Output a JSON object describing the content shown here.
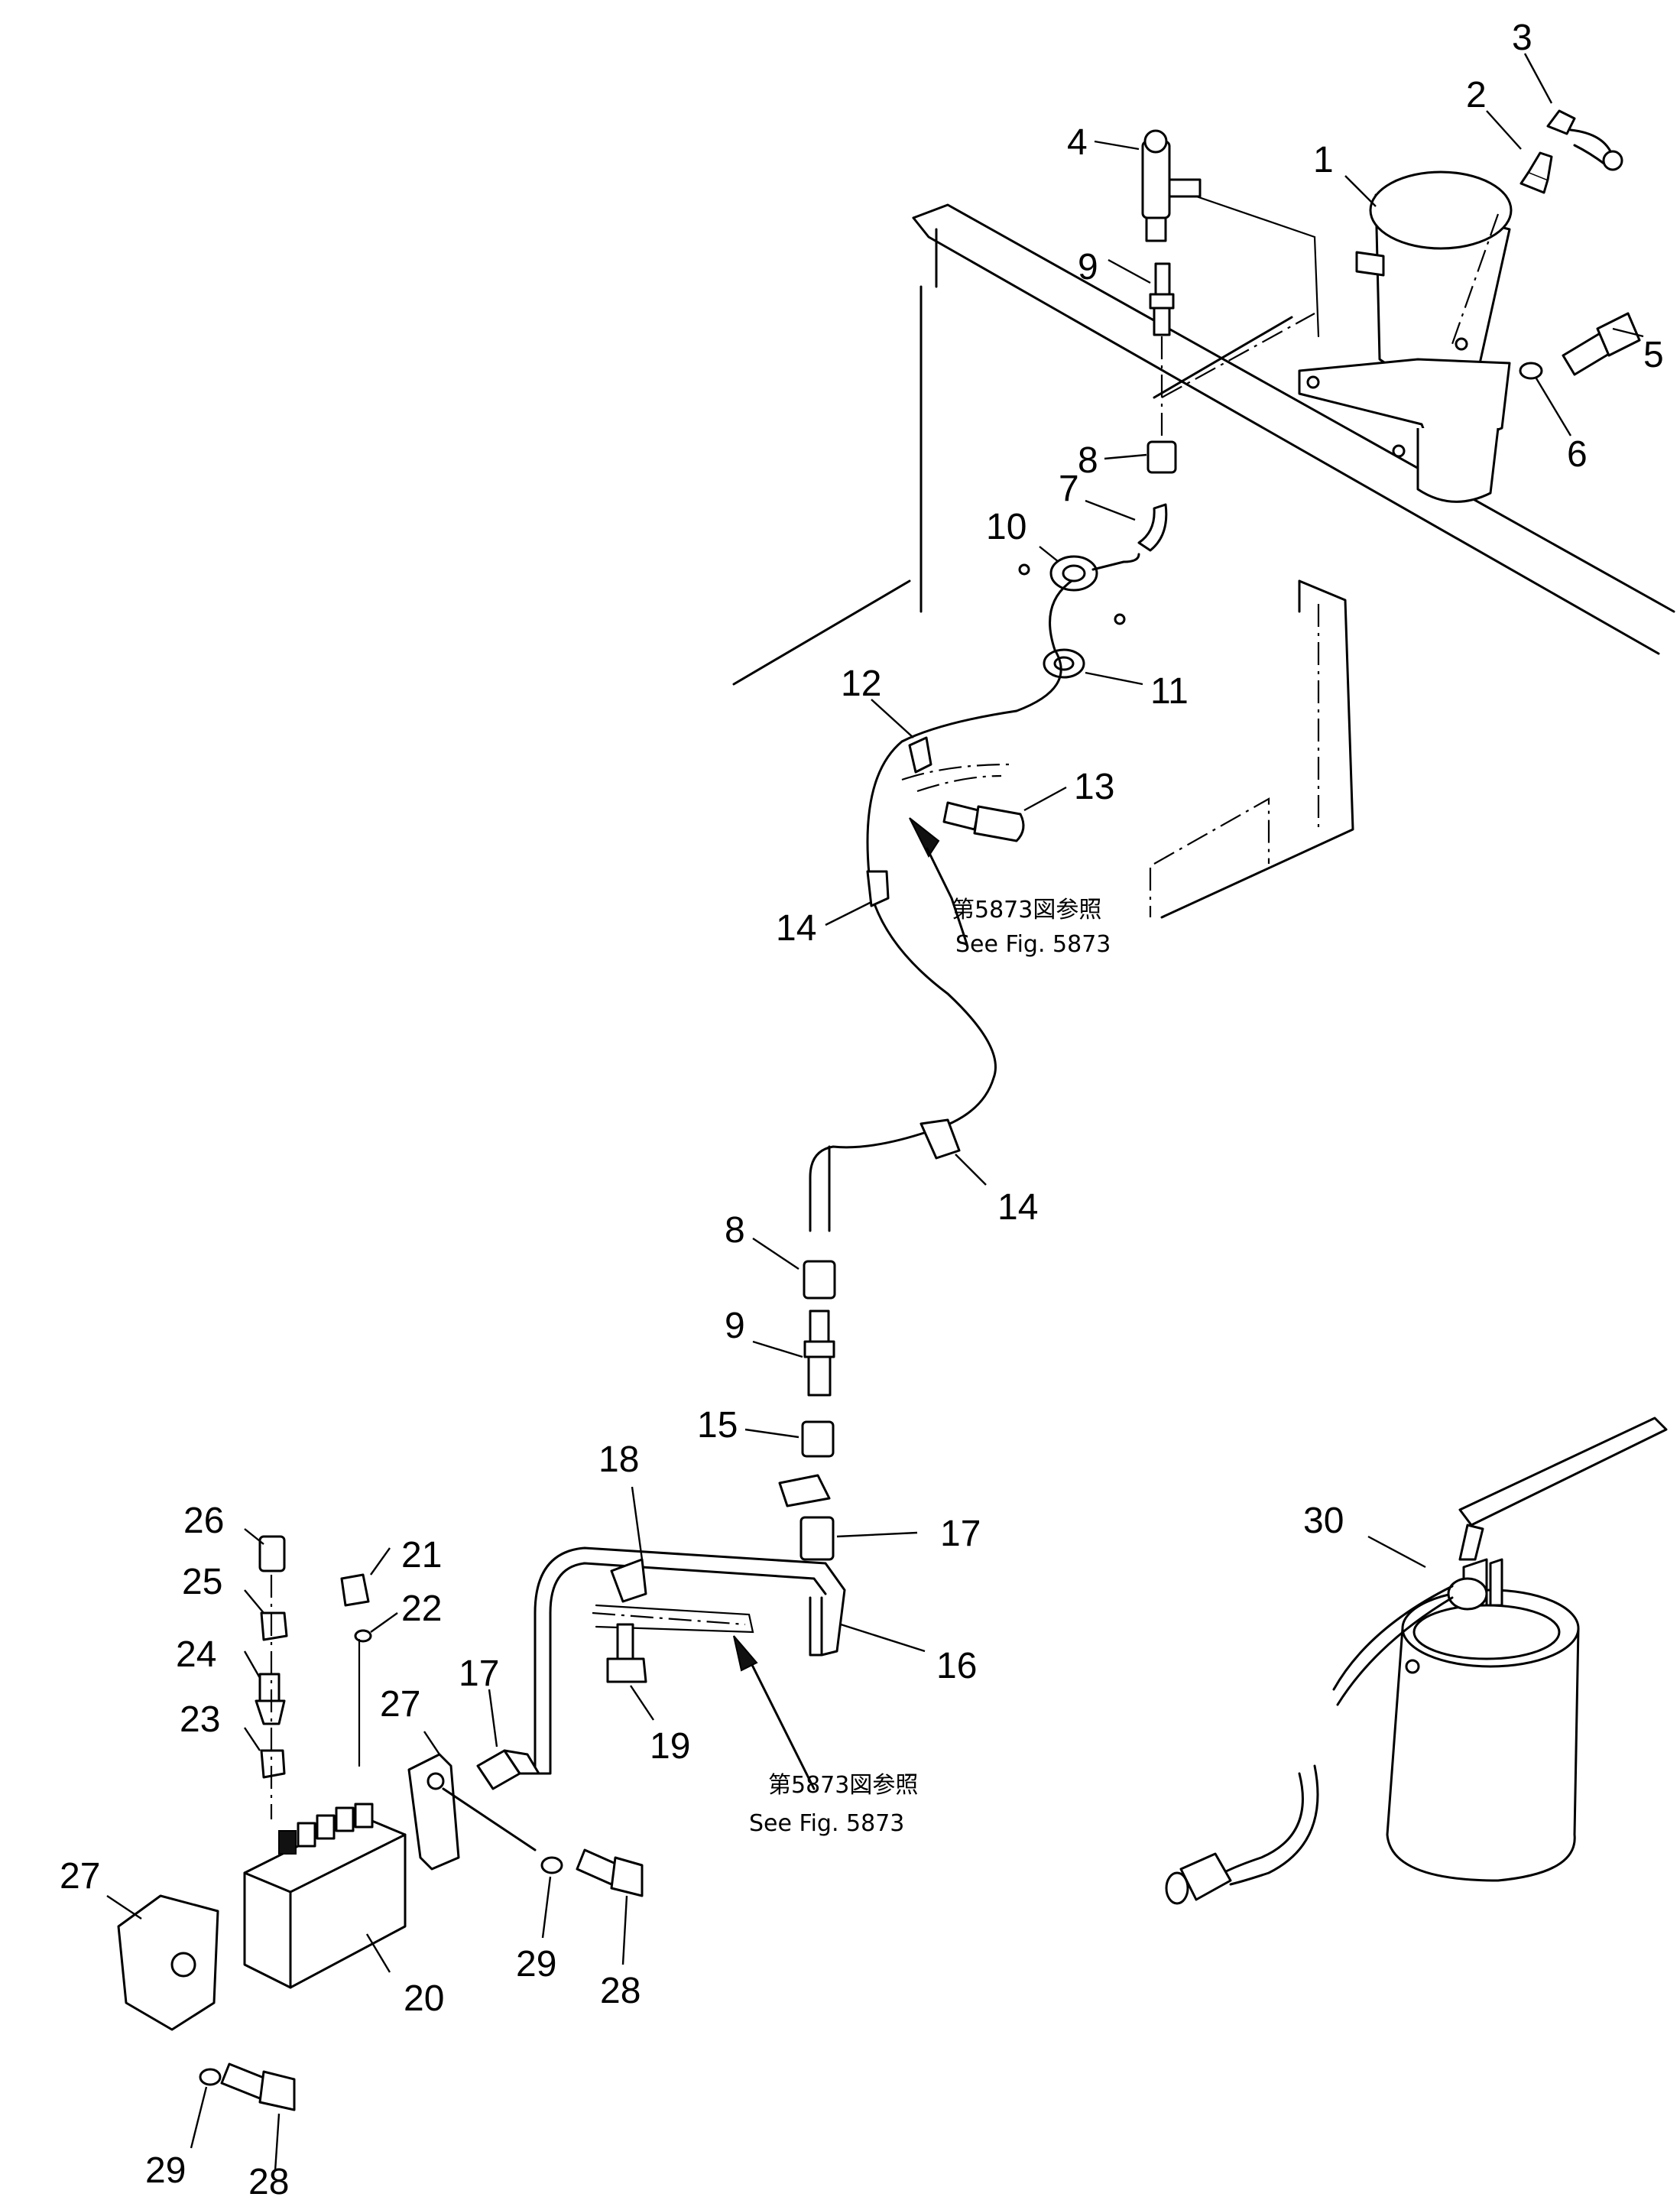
{
  "callouts": [
    {
      "id": "c1",
      "label": "1"
    },
    {
      "id": "c2",
      "label": "2"
    },
    {
      "id": "c3",
      "label": "3"
    },
    {
      "id": "c4",
      "label": "4"
    },
    {
      "id": "c5",
      "label": "5"
    },
    {
      "id": "c6",
      "label": "6"
    },
    {
      "id": "c7",
      "label": "7"
    },
    {
      "id": "c8a",
      "label": "8"
    },
    {
      "id": "c8b",
      "label": "8"
    },
    {
      "id": "c9a",
      "label": "9"
    },
    {
      "id": "c9b",
      "label": "9"
    },
    {
      "id": "c10",
      "label": "10"
    },
    {
      "id": "c11",
      "label": "11"
    },
    {
      "id": "c12",
      "label": "12"
    },
    {
      "id": "c13",
      "label": "13"
    },
    {
      "id": "c14a",
      "label": "14"
    },
    {
      "id": "c14b",
      "label": "14"
    },
    {
      "id": "c15",
      "label": "15"
    },
    {
      "id": "c16",
      "label": "16"
    },
    {
      "id": "c17a",
      "label": "17"
    },
    {
      "id": "c17b",
      "label": "17"
    },
    {
      "id": "c18",
      "label": "18"
    },
    {
      "id": "c19",
      "label": "19"
    },
    {
      "id": "c20",
      "label": "20"
    },
    {
      "id": "c21",
      "label": "21"
    },
    {
      "id": "c22",
      "label": "22"
    },
    {
      "id": "c23",
      "label": "23"
    },
    {
      "id": "c24",
      "label": "24"
    },
    {
      "id": "c25",
      "label": "25"
    },
    {
      "id": "c26",
      "label": "26"
    },
    {
      "id": "c27a",
      "label": "27"
    },
    {
      "id": "c27b",
      "label": "27"
    },
    {
      "id": "c28a",
      "label": "28"
    },
    {
      "id": "c28b",
      "label": "28"
    },
    {
      "id": "c29a",
      "label": "29"
    },
    {
      "id": "c29b",
      "label": "29"
    },
    {
      "id": "c30",
      "label": "30"
    }
  ],
  "notes": [
    {
      "id": "n1",
      "jp": "第5873図参照",
      "en": "See Fig. 5873"
    },
    {
      "id": "n2",
      "jp": "第5873図参照",
      "en": "See Fig. 5873"
    }
  ]
}
